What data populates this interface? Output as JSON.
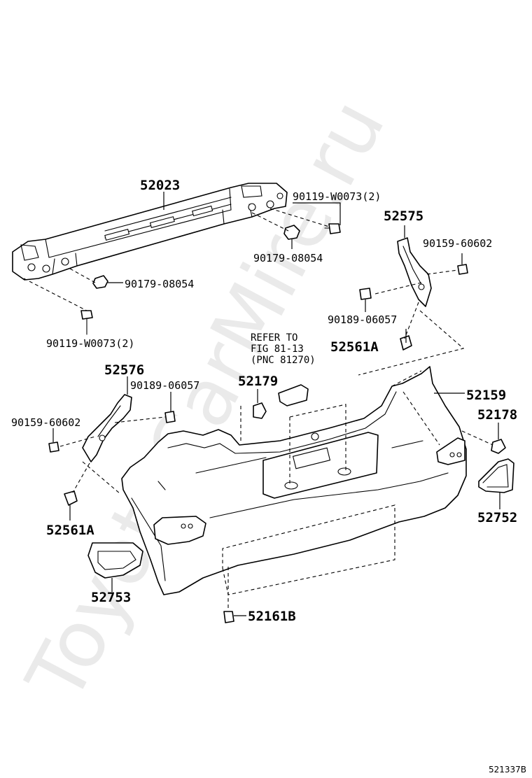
{
  "watermark": "ToyotaCarMire.ru",
  "figure_id": "521337B",
  "reference_note": {
    "line1": "REFER TO",
    "line2": "FIG 81-13",
    "line3": "(PNC 81270)"
  },
  "callouts": {
    "reinforcement": "52023",
    "bolt_top_right": "90119-W0073(2)",
    "nut_center_right": "90179-08054",
    "nut_left": "90179-08054",
    "bolt_left": "90119-W0073(2)",
    "bracket_right": "52575",
    "bolt_bracket_right": "90159-60602",
    "clip_right": "90189-06057",
    "retainer_right": "52561A",
    "bracket_left": "52576",
    "clip_left": "90189-06057",
    "bolt_bracket_left": "90159-60602",
    "retainer_left": "52561A",
    "pad": "52179",
    "bumper_cover": "52159",
    "plug": "52178",
    "reflector_right": "52752",
    "reflector_left": "52753",
    "clip_bottom": "52161B"
  }
}
